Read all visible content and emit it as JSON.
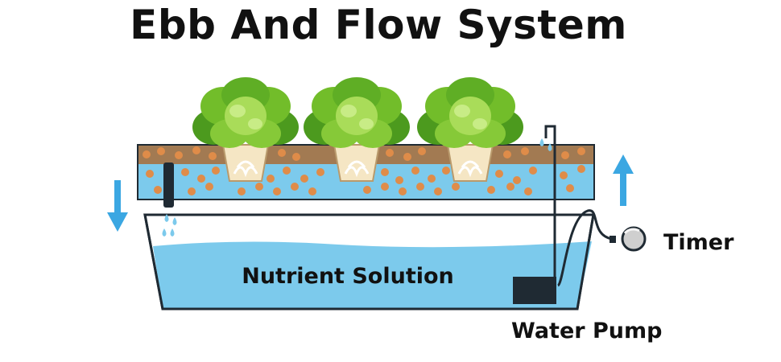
{
  "title": "Ebb And Flow System",
  "labels": {
    "solution": "Nutrient Solution",
    "timer": "Timer",
    "pump": "Water Pump"
  },
  "colors": {
    "water": "#7ccaec",
    "soil": "#a27a52",
    "pebble": "#df8c49",
    "leaf_dark": "#4c9a1e",
    "leaf_mid": "#72bd2a",
    "leaf_light": "#a9dc59",
    "arrow": "#3ba7e2",
    "outline": "#1f2a33"
  },
  "icons": [
    "plant-icon",
    "down-arrow-icon",
    "up-arrow-icon",
    "timer-icon",
    "pump-icon",
    "water-drop-icon"
  ]
}
